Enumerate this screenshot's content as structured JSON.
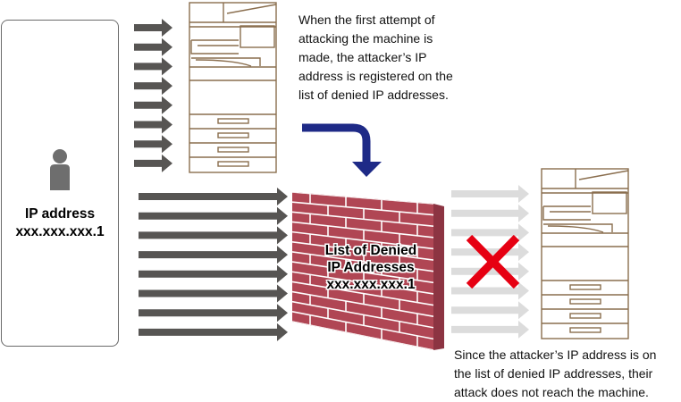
{
  "attacker": {
    "icon": "person-icon",
    "label": "IP address",
    "ip": "xxx.xxx.xxx.1"
  },
  "notes": {
    "top": [
      "When the first attempt of",
      "attacking the machine is",
      "made, the attacker’s IP",
      "address is registered on the",
      "list of denied IP addresses."
    ],
    "bottom": [
      "Since the attacker’s IP address is on",
      "the list of denied IP addresses, their",
      "attack does not reach the machine."
    ]
  },
  "wall": {
    "title_line1": "List of Denied",
    "title_line2": "IP Addresses",
    "ip": "xxx.xxx.xxx.1"
  },
  "arrows": {
    "first_attempt_count": 8,
    "attack_count": 8,
    "blocked_count": 8
  },
  "colors": {
    "attack_arrow": "#575553",
    "blocked_arrow": "#dcdcdc",
    "flow_arrow": "#1e2a87",
    "brick": "#b04654",
    "brick_side": "#8c3442",
    "mortar": "#ffffff",
    "machine_line": "#8a6e4e",
    "block_x": "#e60012",
    "person": "#6e6e6e"
  }
}
